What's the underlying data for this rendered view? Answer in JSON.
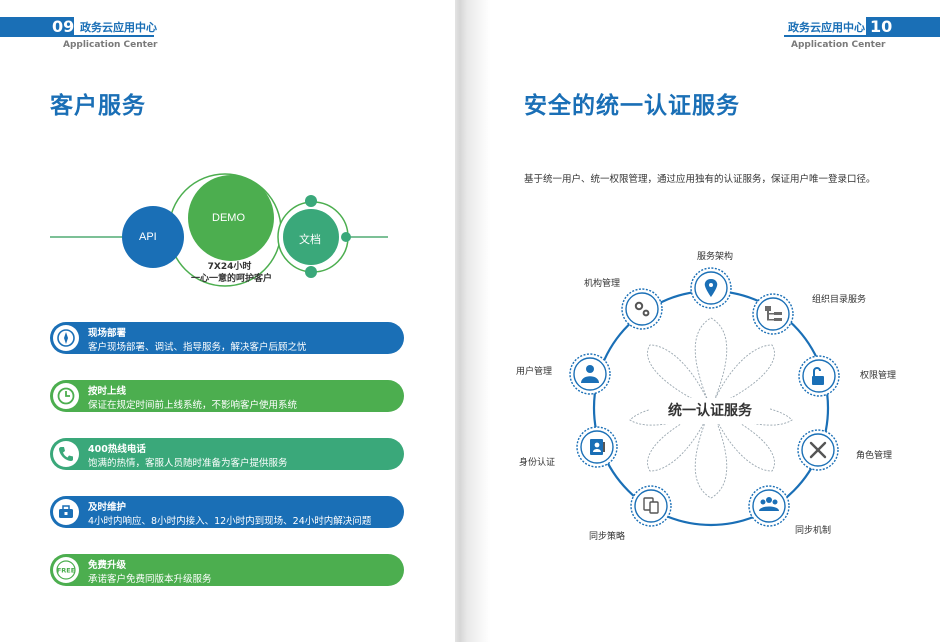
{
  "left_page": {
    "page_number": "09",
    "header_title": "政务云应用中心",
    "header_subtitle": "Application Center",
    "title": "客户服务",
    "circles": {
      "api": "API",
      "demo": "DEMO",
      "docs": "文档",
      "caption_line1": "7X24小时",
      "caption_line2": "一心一意的呵护客户"
    },
    "services": [
      {
        "title": "现场部署",
        "desc": "客户现场部署、调试、指导服务，解决客户后顾之忧",
        "icon": "deploy-icon",
        "color": "#1a6fb6"
      },
      {
        "title": "按时上线",
        "desc": "保证在规定时间前上线系统，不影响客户使用系统",
        "icon": "clock-icon",
        "color": "#4cae4f"
      },
      {
        "title": "400热线电话",
        "desc": "饱满的热情，客服人员随时准备为客户提供服务",
        "icon": "phone-icon",
        "color": "#3aa87a"
      },
      {
        "title": "及时维护",
        "desc": "4小时内响应、8小时内接入、12小时内到现场、24小时内解决问题",
        "icon": "toolbox-icon",
        "color": "#1a6fb6"
      },
      {
        "title": "免费升级",
        "desc": "承诺客户免费同版本升级服务",
        "icon": "free-icon",
        "icon_text": "FREE",
        "color": "#4cae4f"
      }
    ]
  },
  "right_page": {
    "page_number": "10",
    "header_title": "政务云应用中心",
    "header_subtitle": "Application Center",
    "title": "安全的统一认证服务",
    "intro": "基于统一用户、统一权限管理，通过应用独有的认证服务，保证用户唯一登录口径。",
    "center": "统一认证服务",
    "nodes": [
      {
        "label": "服务架构",
        "icon": "location-pin-icon"
      },
      {
        "label": "组织目录服务",
        "icon": "org-tree-icon"
      },
      {
        "label": "权限管理",
        "icon": "unlock-icon"
      },
      {
        "label": "角色管理",
        "icon": "tools-icon"
      },
      {
        "label": "同步机制",
        "icon": "users-icon"
      },
      {
        "label": "同步策略",
        "icon": "devices-icon"
      },
      {
        "label": "身份认证",
        "icon": "id-card-icon"
      },
      {
        "label": "用户管理",
        "icon": "user-icon"
      },
      {
        "label": "机构管理",
        "icon": "gears-icon"
      }
    ]
  },
  "colors": {
    "blue": "#1a6fb6",
    "green": "#4cae4f",
    "teal": "#3aa87a"
  }
}
